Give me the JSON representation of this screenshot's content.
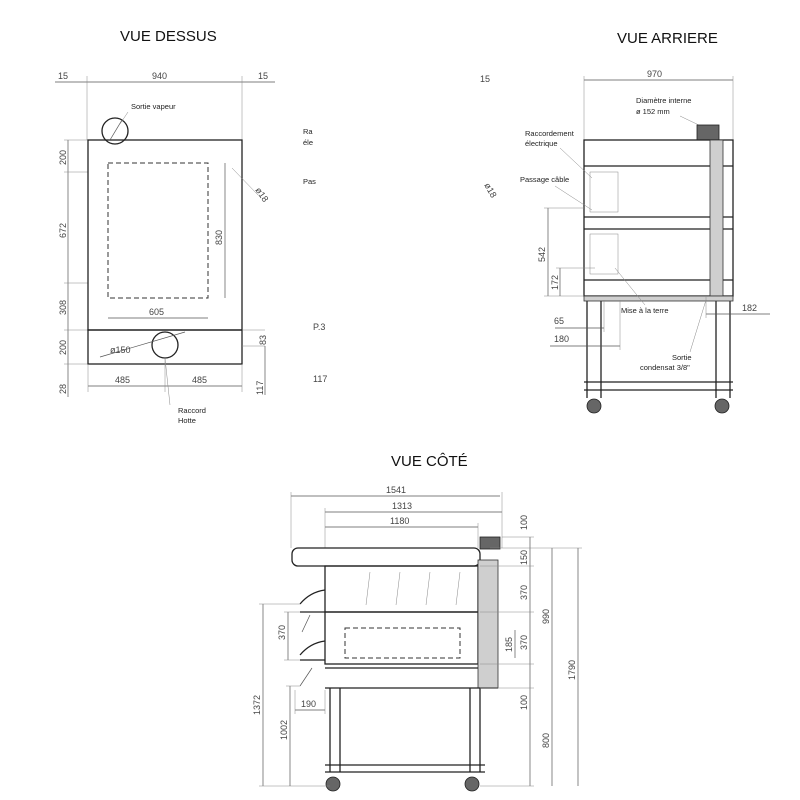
{
  "views": {
    "top": {
      "title": "VUE DESSUS",
      "dims": {
        "d15a": "15",
        "d940": "940",
        "d15b": "15",
        "d200a": "200",
        "d672": "672",
        "d308": "308",
        "d200b": "200",
        "d28": "28",
        "d830": "830",
        "d605": "605",
        "d18": "ø18",
        "d150": "ø150",
        "d83": "83",
        "d485a": "485",
        "d485b": "485",
        "d117": "117"
      },
      "labels": {
        "steam": "Sortie vapeur",
        "hood1": "Raccord",
        "hood2": "Hotte"
      }
    },
    "rear": {
      "title": "VUE ARRIERE",
      "dims": {
        "d15": "15",
        "d970": "970",
        "d542": "542",
        "d172": "172",
        "d65": "65",
        "d180": "180",
        "d182": "182",
        "d18": "ø18"
      },
      "labels": {
        "diam1": "Diamètre interne",
        "diam2": "ø 152 mm",
        "elec1": "Raccordement",
        "elec2": "électrique",
        "cable": "Passage câble",
        "earth": "Mise à la terre",
        "cond1": "Sortie",
        "cond2": "condensat 3/8\""
      }
    },
    "side": {
      "title": "VUE CÔTÉ",
      "dims": {
        "d1541": "1541",
        "d1313": "1313",
        "d1180": "1180",
        "d100a": "100",
        "d150": "150",
        "d370a": "370",
        "d990": "990",
        "d370b": "370",
        "d370c": "370",
        "d185": "185",
        "d1790": "1790",
        "d100b": "100",
        "d800": "800",
        "d1372": "1372",
        "d1002": "1002",
        "d190": "190"
      }
    }
  }
}
